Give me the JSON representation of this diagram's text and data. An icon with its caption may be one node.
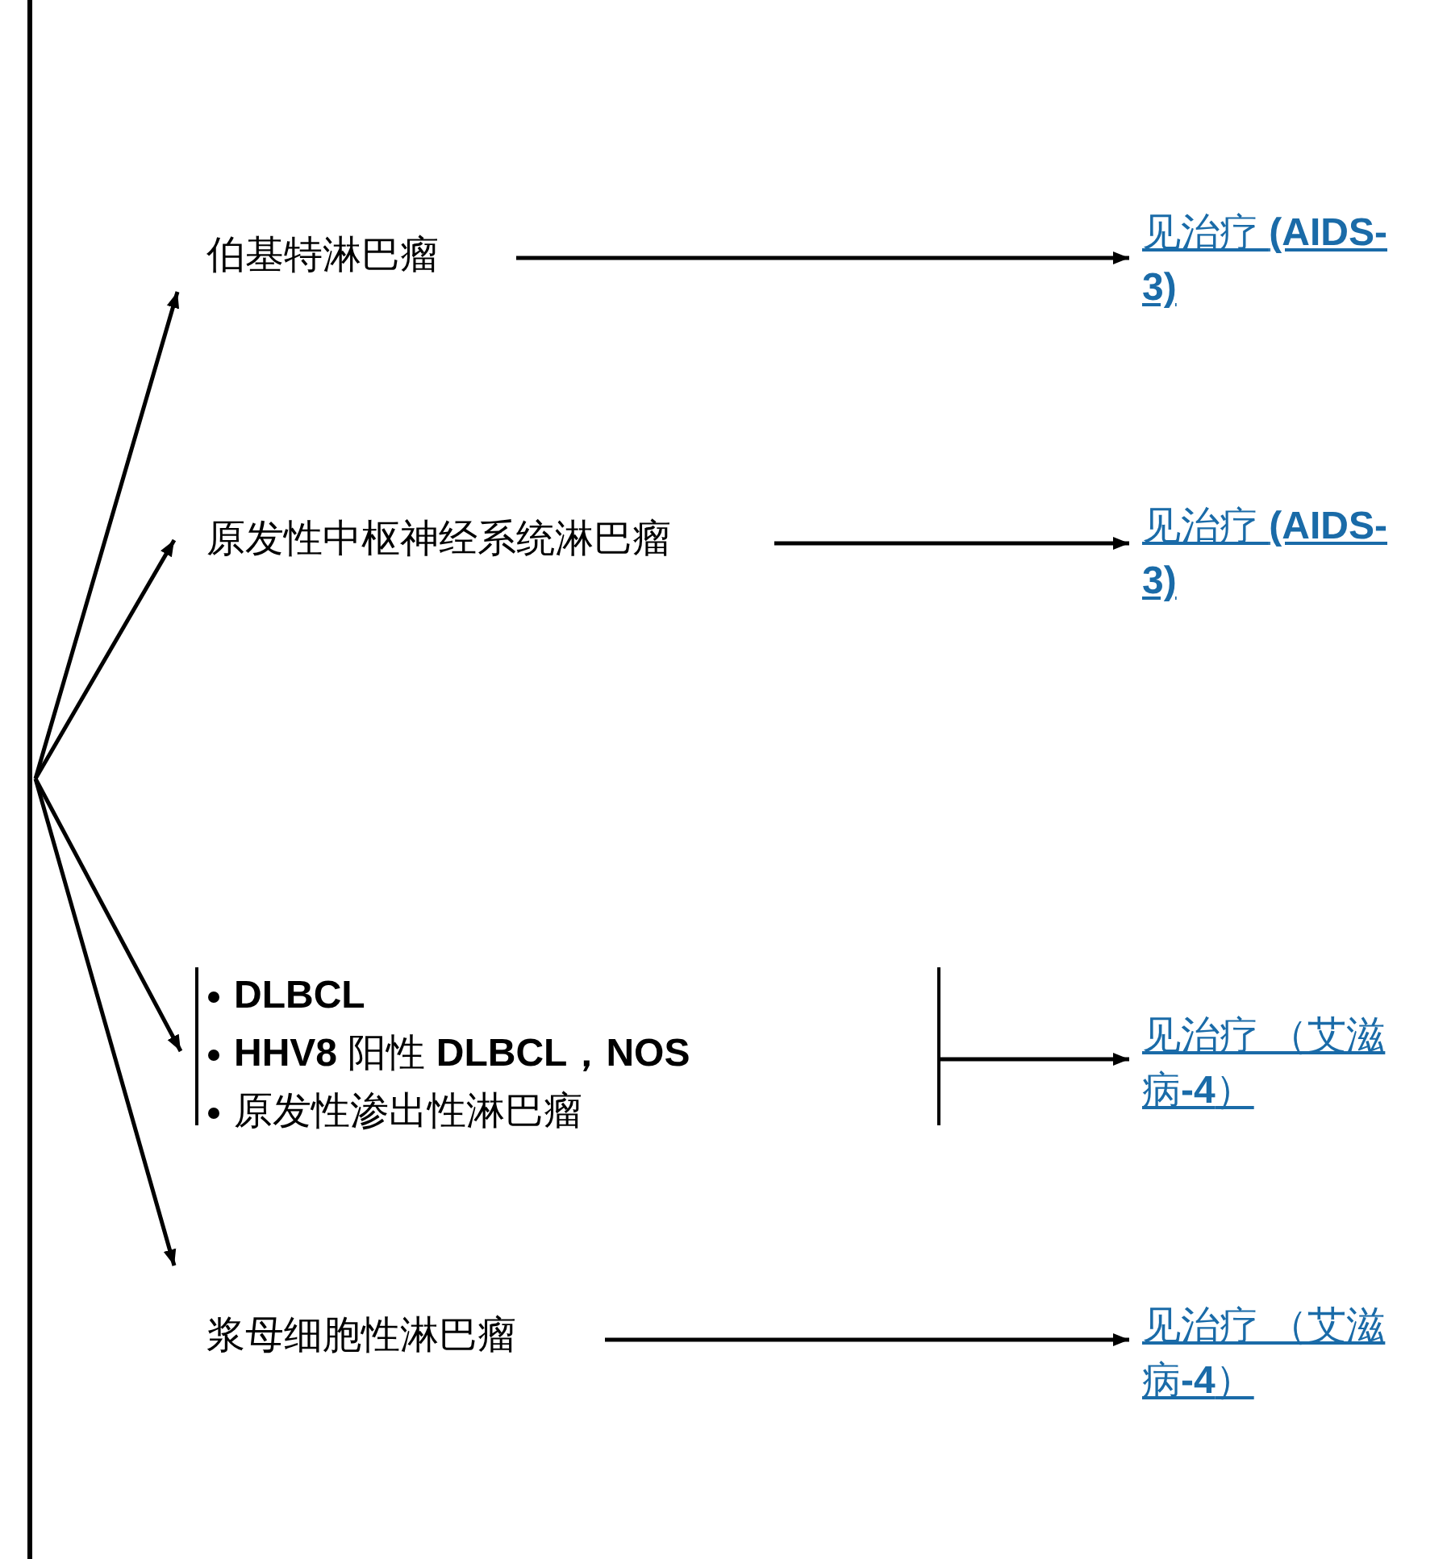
{
  "diagram": {
    "nodes": [
      {
        "text": [],
        "shape": "bar"
      },
      {
        "text": [
          "伯基特淋巴瘤"
        ]
      },
      {
        "text": [
          "见治疗 **(AIDS-3)**"
        ]
      },
      {
        "text": [
          "原发性中枢神经系统淋巴瘤"
        ]
      },
      {
        "text": [
          "见治疗 **(AIDS-3)**"
        ]
      },
      {
        "text": [
          "**DLBCL**",
          "**HHV8** 阳性 **DLBCL，NOS**",
          "原发性渗出性淋巴瘤"
        ]
      },
      {
        "text": [
          "见治疗 （艾滋病**-4**）"
        ]
      },
      {
        "text": [
          "浆母细胞性淋巴瘤"
        ]
      },
      {
        "text": [
          "见治疗 （艾滋病**-4**）"
        ]
      }
    ],
    "edges": [
      {
        "from": 0,
        "to": 1,
        "arrow": "to"
      },
      {
        "from": 0,
        "to": 3,
        "arrow": "to"
      },
      {
        "from": 0,
        "to": 5,
        "arrow": "to"
      },
      {
        "from": 0,
        "to": 7,
        "arrow": "to"
      },
      {
        "from": 1,
        "to": 2,
        "arrow": "to"
      },
      {
        "from": 3,
        "to": 4,
        "arrow": "to"
      },
      {
        "from": 5,
        "to": 6,
        "arrow": "to"
      },
      {
        "from": 7,
        "to": 8,
        "arrow": "to"
      }
    ]
  }
}
